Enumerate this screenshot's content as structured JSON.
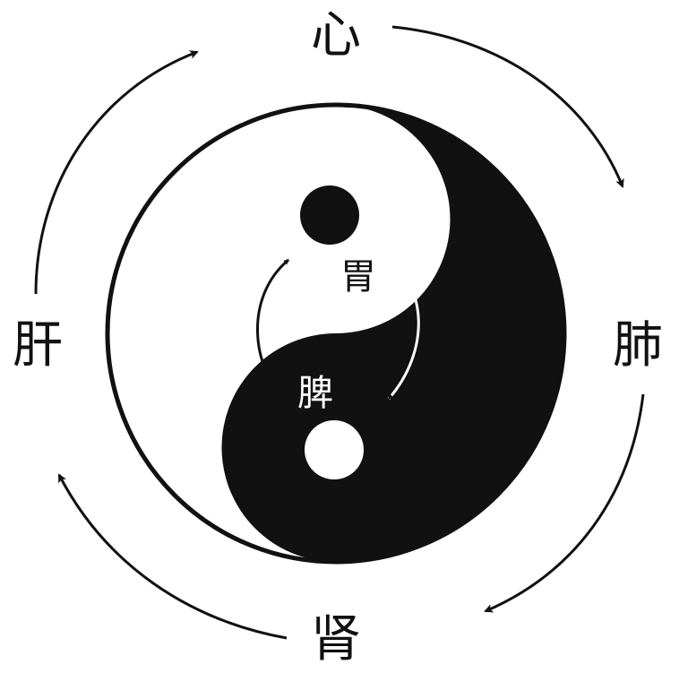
{
  "organs": {
    "top": "心",
    "right": "肺",
    "bottom": "肾",
    "left": "肝"
  },
  "center": {
    "upper": "胃",
    "lower": "脾"
  },
  "colors": {
    "ink": "#111111",
    "paper": "#ffffff"
  }
}
